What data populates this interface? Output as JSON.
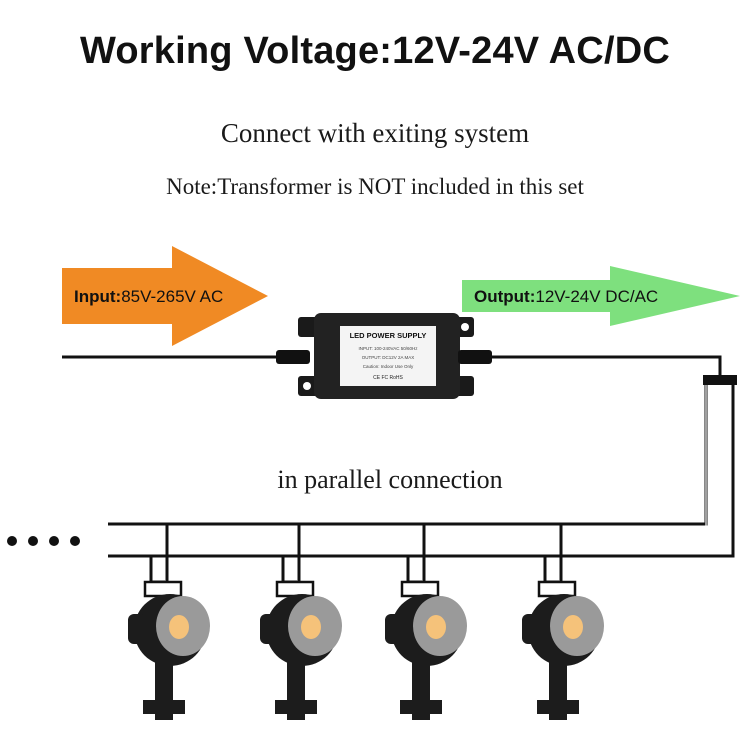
{
  "title": "Working Voltage:12V-24V AC/DC",
  "subtitle": "Connect with exiting system",
  "note": "Note:Transformer is NOT included in this set",
  "input_arrow": {
    "prefix": "Input:",
    "value": "85V-265V AC",
    "color": "#f08a24"
  },
  "output_arrow": {
    "prefix": "Output:",
    "value": "12V-24V DC/AC",
    "color": "#7ee07e"
  },
  "power_supply": {
    "label": "LED POWER SUPPLY",
    "fine_print_1": "INPUT: 100-240VAC 50/60Hz",
    "fine_print_2": "OUTPUT: DC12V  2A  MAX",
    "fine_print_3": "Caution: Indoor Use Only",
    "fine_print_4": "CE  FC  RoHS"
  },
  "parallel_label": "in parallel connection",
  "ellipsis": "• • • •",
  "colors": {
    "wire": "#111111",
    "light_body": "#1c1c1c",
    "led": "#f5c27a",
    "reflector": "#9a9a9a"
  }
}
